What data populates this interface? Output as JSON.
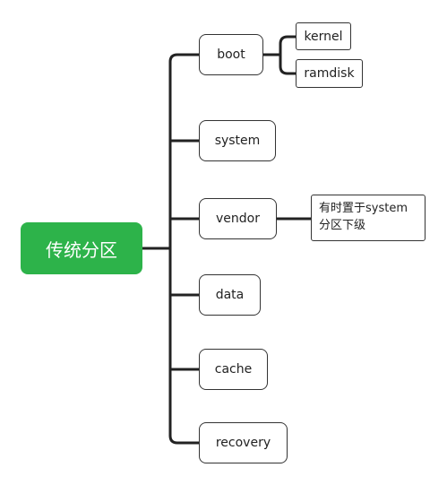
{
  "root": {
    "label": "传统分区",
    "color": "#2db34a"
  },
  "partitions": [
    {
      "key": "boot",
      "label": "boot"
    },
    {
      "key": "system",
      "label": "system"
    },
    {
      "key": "vendor",
      "label": "vendor"
    },
    {
      "key": "data",
      "label": "data"
    },
    {
      "key": "cache",
      "label": "cache"
    },
    {
      "key": "recovery",
      "label": "recovery"
    }
  ],
  "boot_children": [
    {
      "label": "kernel"
    },
    {
      "label": "ramdisk"
    }
  ],
  "vendor_note": {
    "line1": "有时置于system",
    "line2": "分区下级"
  }
}
